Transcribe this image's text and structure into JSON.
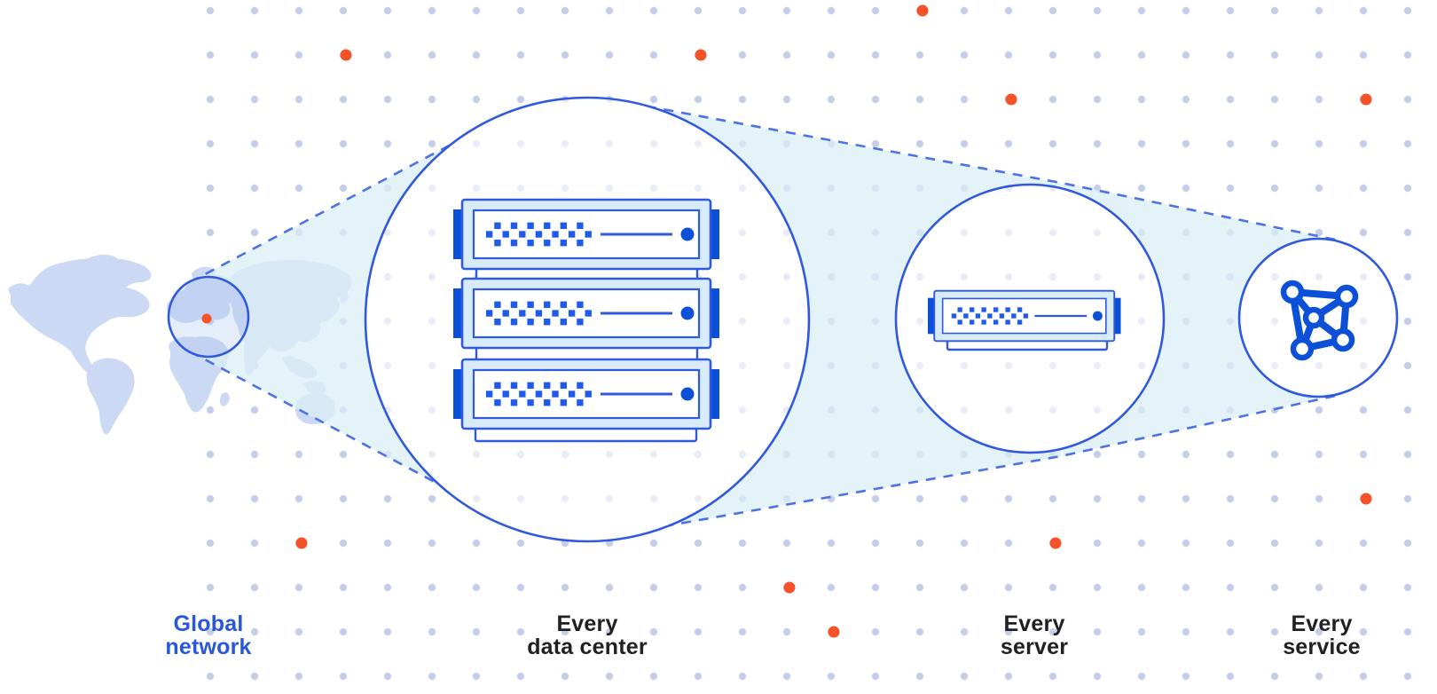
{
  "figure": {
    "title": "Global network zoom diagram",
    "stages": [
      {
        "id": "global-network",
        "label": "Global network",
        "label_lines": [
          "Global",
          "network"
        ],
        "emphasis": "blue",
        "illustration": "world-map-with-highlight-circle",
        "marker": "orange-location-dot"
      },
      {
        "id": "every-data-center",
        "label": "Every data center",
        "label_lines": [
          "Every",
          "data center"
        ],
        "emphasis": "dark",
        "illustration": "server-rack",
        "server_units": 3
      },
      {
        "id": "every-server",
        "label": "Every server",
        "label_lines": [
          "Every",
          "server"
        ],
        "emphasis": "dark",
        "illustration": "server-unit",
        "server_units": 1
      },
      {
        "id": "every-service",
        "label": "Every service",
        "label_lines": [
          "Every",
          "service"
        ],
        "emphasis": "dark",
        "illustration": "network-mesh-icon"
      }
    ],
    "accent_dot_count": 11
  },
  "colors": {
    "accent": "#3059de",
    "deep": "#0b50d6",
    "dither": "#1f5ae8",
    "server_fill": "#d7ecf8",
    "cone": "#d9eef5",
    "map": "#ccd9f4",
    "map_tint": "#adc2ee",
    "grid_dot": "#c5cee8",
    "orange": "#f5522a",
    "dash": "#4c72e6",
    "text_dark": "#202025",
    "text_blue": "#2857dd"
  }
}
